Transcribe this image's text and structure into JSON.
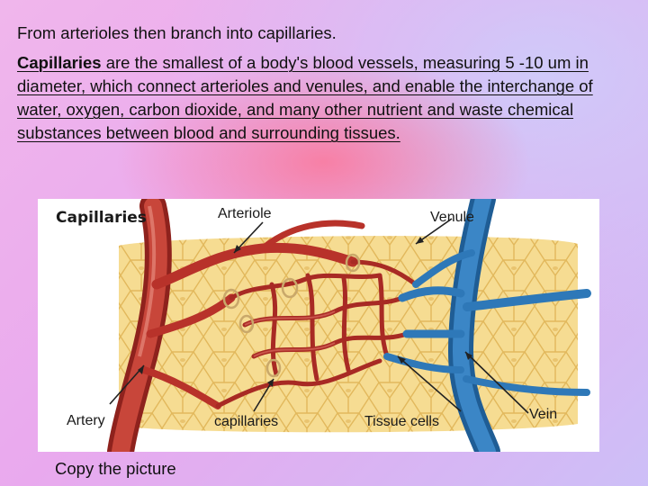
{
  "text": {
    "intro": "From arterioles then branch into capillaries.",
    "paragraph_bold": "Capillaries",
    "paragraph_rest": " are the smallest of a body's blood vessels, measuring 5 -10 um in diameter, which connect arterioles and venules, and enable the interchange of water, oxygen, carbon dioxide, and many other nutrient and waste chemical substances between blood and  surrounding tissues."
  },
  "figure": {
    "title": "Capillaries",
    "labels": {
      "arteriole": "Arteriole",
      "venule": "Venule",
      "artery": "Artery",
      "capillaries": "capillaries",
      "tissue_cells": "Tissue cells",
      "vein": "Vein"
    }
  },
  "caption": "Copy the picture",
  "colors": {
    "artery": "#b8322a",
    "vein": "#2e78b8",
    "tissue": "#f3d68a"
  }
}
